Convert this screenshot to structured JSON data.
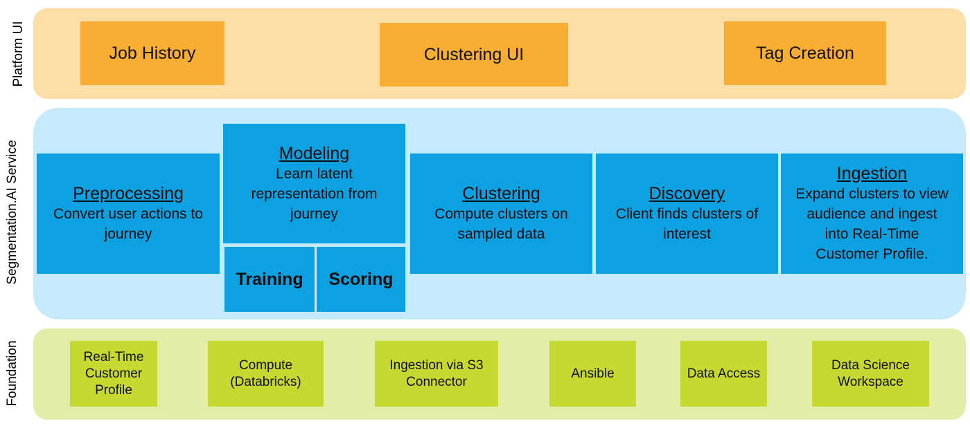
{
  "layers": {
    "platform_ui": {
      "label": "Platform UI",
      "items": [
        "Job History",
        "Clustering UI",
        "Tag Creation"
      ]
    },
    "service": {
      "label": "Segmentation.AI Service",
      "stages": [
        {
          "title": "Preprocessing",
          "desc": "Convert user actions to journey"
        },
        {
          "title": "Modeling",
          "desc": "Learn latent representation from journey",
          "sub": [
            "Training",
            "Scoring"
          ]
        },
        {
          "title": "Clustering",
          "desc": "Compute clusters on sampled data"
        },
        {
          "title": "Discovery",
          "desc": "Client finds clusters of interest"
        },
        {
          "title": "Ingestion",
          "desc": "Expand clusters to view audience and ingest into Real-Time Customer Profile."
        }
      ]
    },
    "foundation": {
      "label": "Foundation",
      "items": [
        "Real-Time Customer Profile",
        "Compute (Databricks)",
        "Ingestion via S3 Connector",
        "Ansible",
        "Data Access",
        "Data Science Workspace"
      ]
    }
  },
  "colors": {
    "platform_band": "#fcdea6",
    "platform_box": "#f8ae32",
    "service_band": "#c5eafb",
    "service_box": "#0ea1e2",
    "foundation_band": "#e2eda8",
    "foundation_box": "#c5d931"
  }
}
